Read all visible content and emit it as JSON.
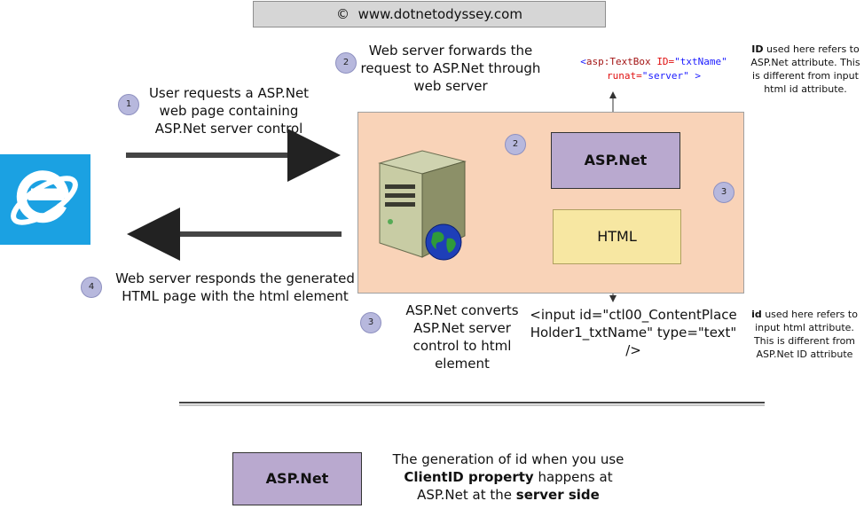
{
  "banner": {
    "copyright_symbol": "©",
    "site": "www.dotnetodyssey.com"
  },
  "steps": {
    "s1": {
      "num": "1",
      "text": "User requests a ASP.Net web page containing ASP.Net server control"
    },
    "s2": {
      "num": "2",
      "text": "Web server forwards the request to ASP.Net through web server",
      "inner_num": "2"
    },
    "s3": {
      "num": "3",
      "text": "ASP.Net converts ASP.Net server control to html element",
      "inner_num": "3"
    },
    "s4": {
      "num": "4",
      "text": "Web server responds the generated HTML page with the html element"
    }
  },
  "code_top": {
    "open": "<",
    "tag": "asp:TextBox",
    "attr1": "ID=",
    "val1": "\"txtName\"",
    "attr2": "runat=",
    "val2": "\"server\"",
    "close": " >"
  },
  "code_bottom": {
    "text": "<input id=\"ctl00_ContentPlaceHolder1_txtName\" type=\"text\" />"
  },
  "note_top": {
    "bold": "ID",
    "text": " used here refers to ASP.Net attribute. This is different from input html id attribute."
  },
  "note_bottom": {
    "bold": "id",
    "text": " used here refers to input html attribute. This is different from ASP.Net ID attribute"
  },
  "boxes": {
    "aspnet": "ASP.Net",
    "html": "HTML"
  },
  "legend": {
    "box": "ASP.Net",
    "line1": "The generation of id when you use",
    "bold1": "ClientID property",
    "line2": " happens at",
    "line3a": "ASP.Net at the ",
    "bold2": "server side"
  },
  "colors": {
    "ie_blue": "#1ba1e2",
    "panel": "#f9d3b8",
    "aspnet_box": "#b9a9cf",
    "html_box": "#f7e7a2",
    "badge": "#b7b8dd"
  },
  "icons": {
    "browser": "internet-explorer-icon",
    "server": "server-tower-icon",
    "globe": "globe-icon"
  }
}
